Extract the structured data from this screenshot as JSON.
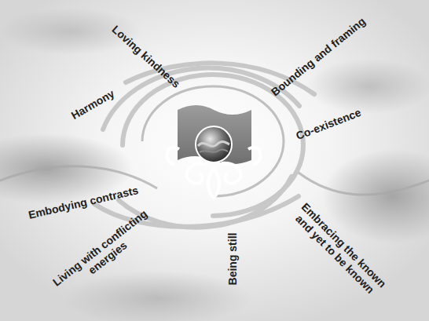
{
  "diagram": {
    "labels": [
      "Loving kindness",
      "Bounding and framing",
      "Harmony",
      "Co-existence",
      "Embodying contrasts",
      "Living with conflicting energies",
      "Being still",
      "Embracing the known and yet to be known"
    ]
  }
}
